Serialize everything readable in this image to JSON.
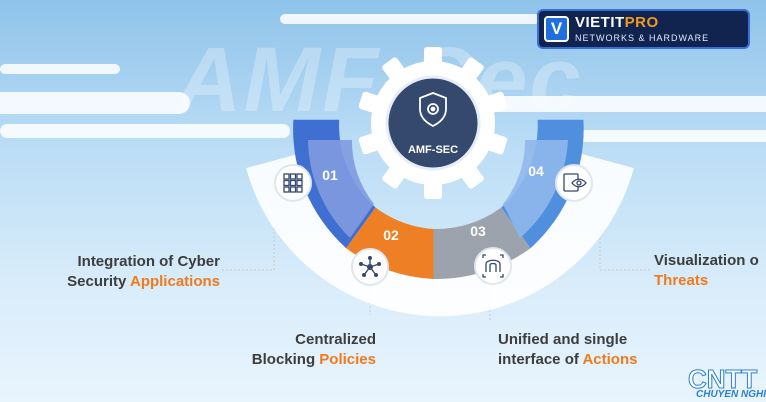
{
  "watermark": "AMF-Sec",
  "center": {
    "title": "AMF-SEC",
    "icon": "gear-shield-icon"
  },
  "segments": [
    {
      "number": "01",
      "icon": "grid-apps-icon",
      "color": "#3f6fd1"
    },
    {
      "number": "02",
      "icon": "network-nodes-icon",
      "color": "#ee7f24"
    },
    {
      "number": "03",
      "icon": "fingerprint-icon",
      "color": "#9ca3ad"
    },
    {
      "number": "04",
      "icon": "eye-screen-icon",
      "color": "#4f8fdd"
    }
  ],
  "labels": {
    "l1": {
      "line1": "Integration of Cyber",
      "line2_pre": "Security ",
      "line2_hl": "Applications"
    },
    "l2": {
      "line1": "Centralized",
      "line2_pre": "Blocking ",
      "line2_hl": "Policies"
    },
    "l3": {
      "line1": "Unified and single",
      "line2_pre": "interface of ",
      "line2_hl": "Actions"
    },
    "l4": {
      "line1": "Visualization o",
      "line2_hl": "Threats"
    }
  },
  "logo": {
    "mark": "V",
    "name": "VIETIT",
    "name_accent": "PRO",
    "tagline": "NETWORKS & HARDWARE"
  },
  "corner_watermark": {
    "big": "CNTT",
    "small": "CHUYEN NGHI"
  },
  "colors": {
    "accent": "#f07a1c",
    "navy": "#34496d"
  }
}
